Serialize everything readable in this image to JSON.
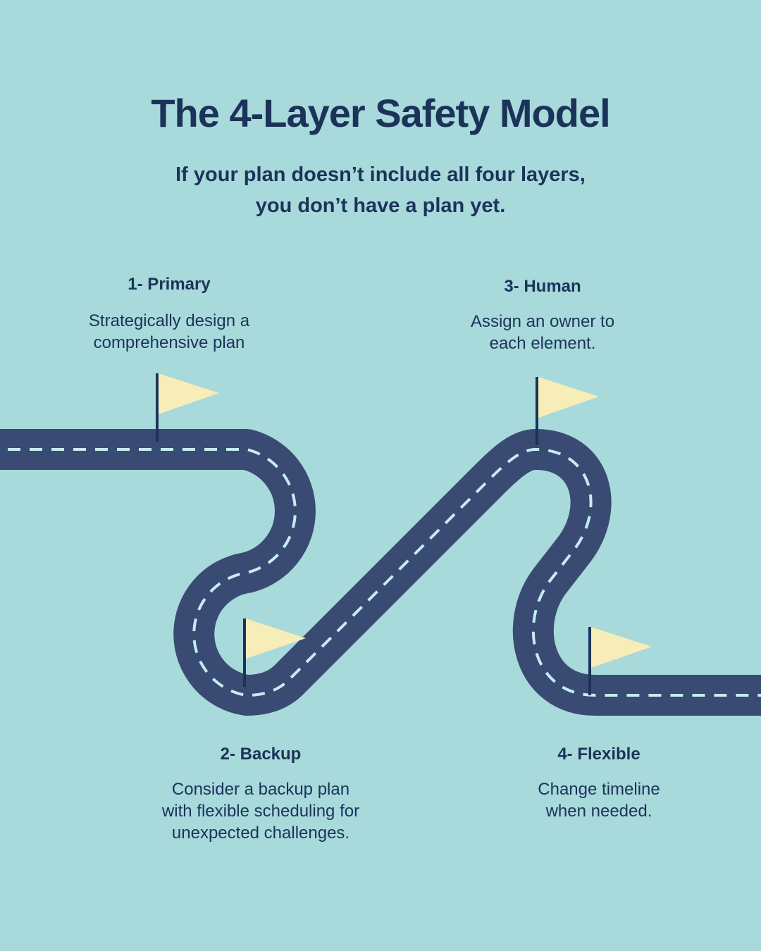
{
  "header": {
    "title": "The 4-Layer Safety Model",
    "subtitle_lines": [
      "If your plan doesn’t include all four layers,",
      "you don’t have a plan yet."
    ]
  },
  "steps": [
    {
      "label": "1- Primary",
      "desc_lines": [
        "Strategically design a",
        "comprehensive plan"
      ]
    },
    {
      "label": "2- Backup",
      "desc_lines": [
        "Consider a backup plan",
        "with flexible scheduling for",
        "unexpected challenges."
      ]
    },
    {
      "label": "3- Human",
      "desc_lines": [
        "Assign an owner to",
        "each element."
      ]
    },
    {
      "label": "4- Flexible",
      "desc_lines": [
        "Change timeline",
        "when needed."
      ]
    }
  ],
  "colors": {
    "background": "#a8d9db",
    "road": "#394b72",
    "road_dash": "#c5ecf2",
    "flag": "#f6edb9",
    "flag_pole": "#1c3359",
    "text": "#1c3359"
  }
}
